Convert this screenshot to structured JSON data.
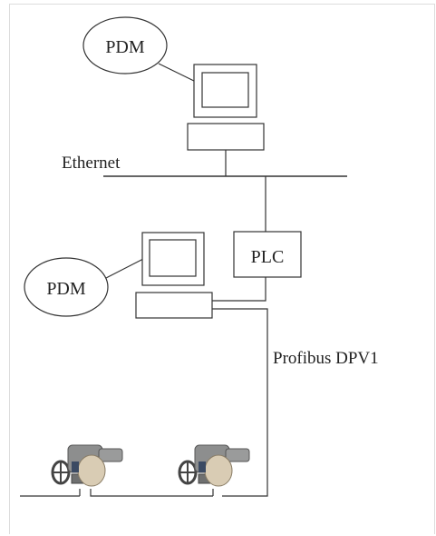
{
  "labels": {
    "pdm_top": "PDM",
    "pdm_mid": "PDM",
    "ethernet": "Ethernet",
    "plc": "PLC",
    "profibus": "Profibus DPV1"
  },
  "icons": [
    "computer-icon",
    "actuator-icon"
  ],
  "colors": {
    "line": "#333333",
    "actuator_body": "#8d8e8e",
    "actuator_cap": "#d9ccb4"
  }
}
